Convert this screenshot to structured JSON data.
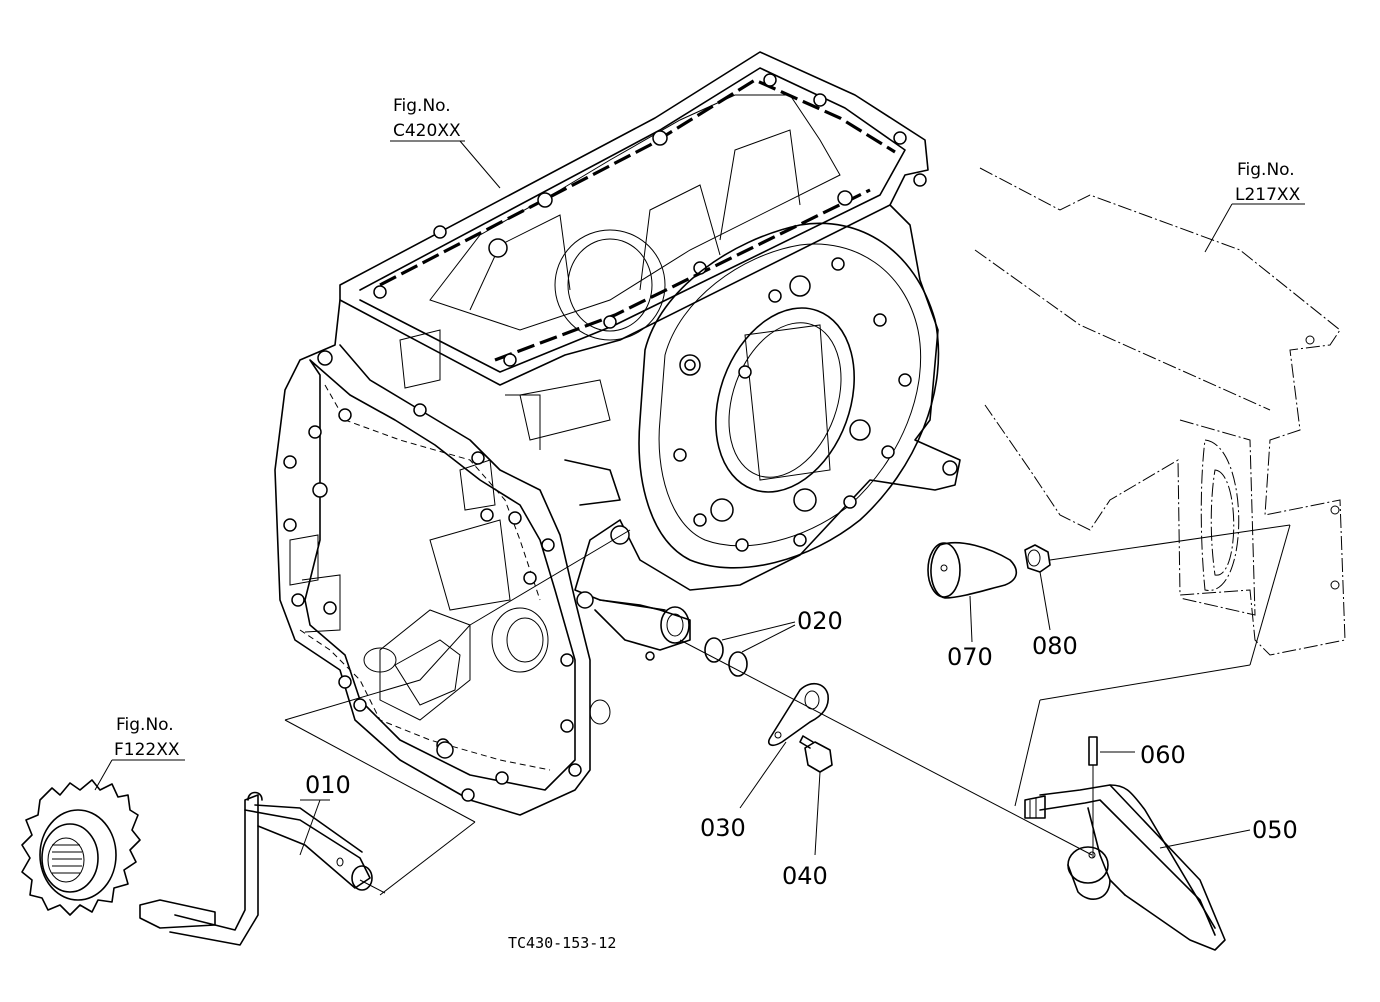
{
  "figure_refs": {
    "top": {
      "label": "Fig.No.",
      "code": "C420XX"
    },
    "right": {
      "label": "Fig.No.",
      "code": "L217XX"
    },
    "left": {
      "label": "Fig.No.",
      "code": "F122XX"
    }
  },
  "parts": [
    {
      "id": "p010",
      "number": "010"
    },
    {
      "id": "p020",
      "number": "020"
    },
    {
      "id": "p030",
      "number": "030"
    },
    {
      "id": "p040",
      "number": "040"
    },
    {
      "id": "p050",
      "number": "050"
    },
    {
      "id": "p060",
      "number": "060"
    },
    {
      "id": "p070",
      "number": "070"
    },
    {
      "id": "p080",
      "number": "080"
    }
  ],
  "drawing_code": "TC430-153-12"
}
